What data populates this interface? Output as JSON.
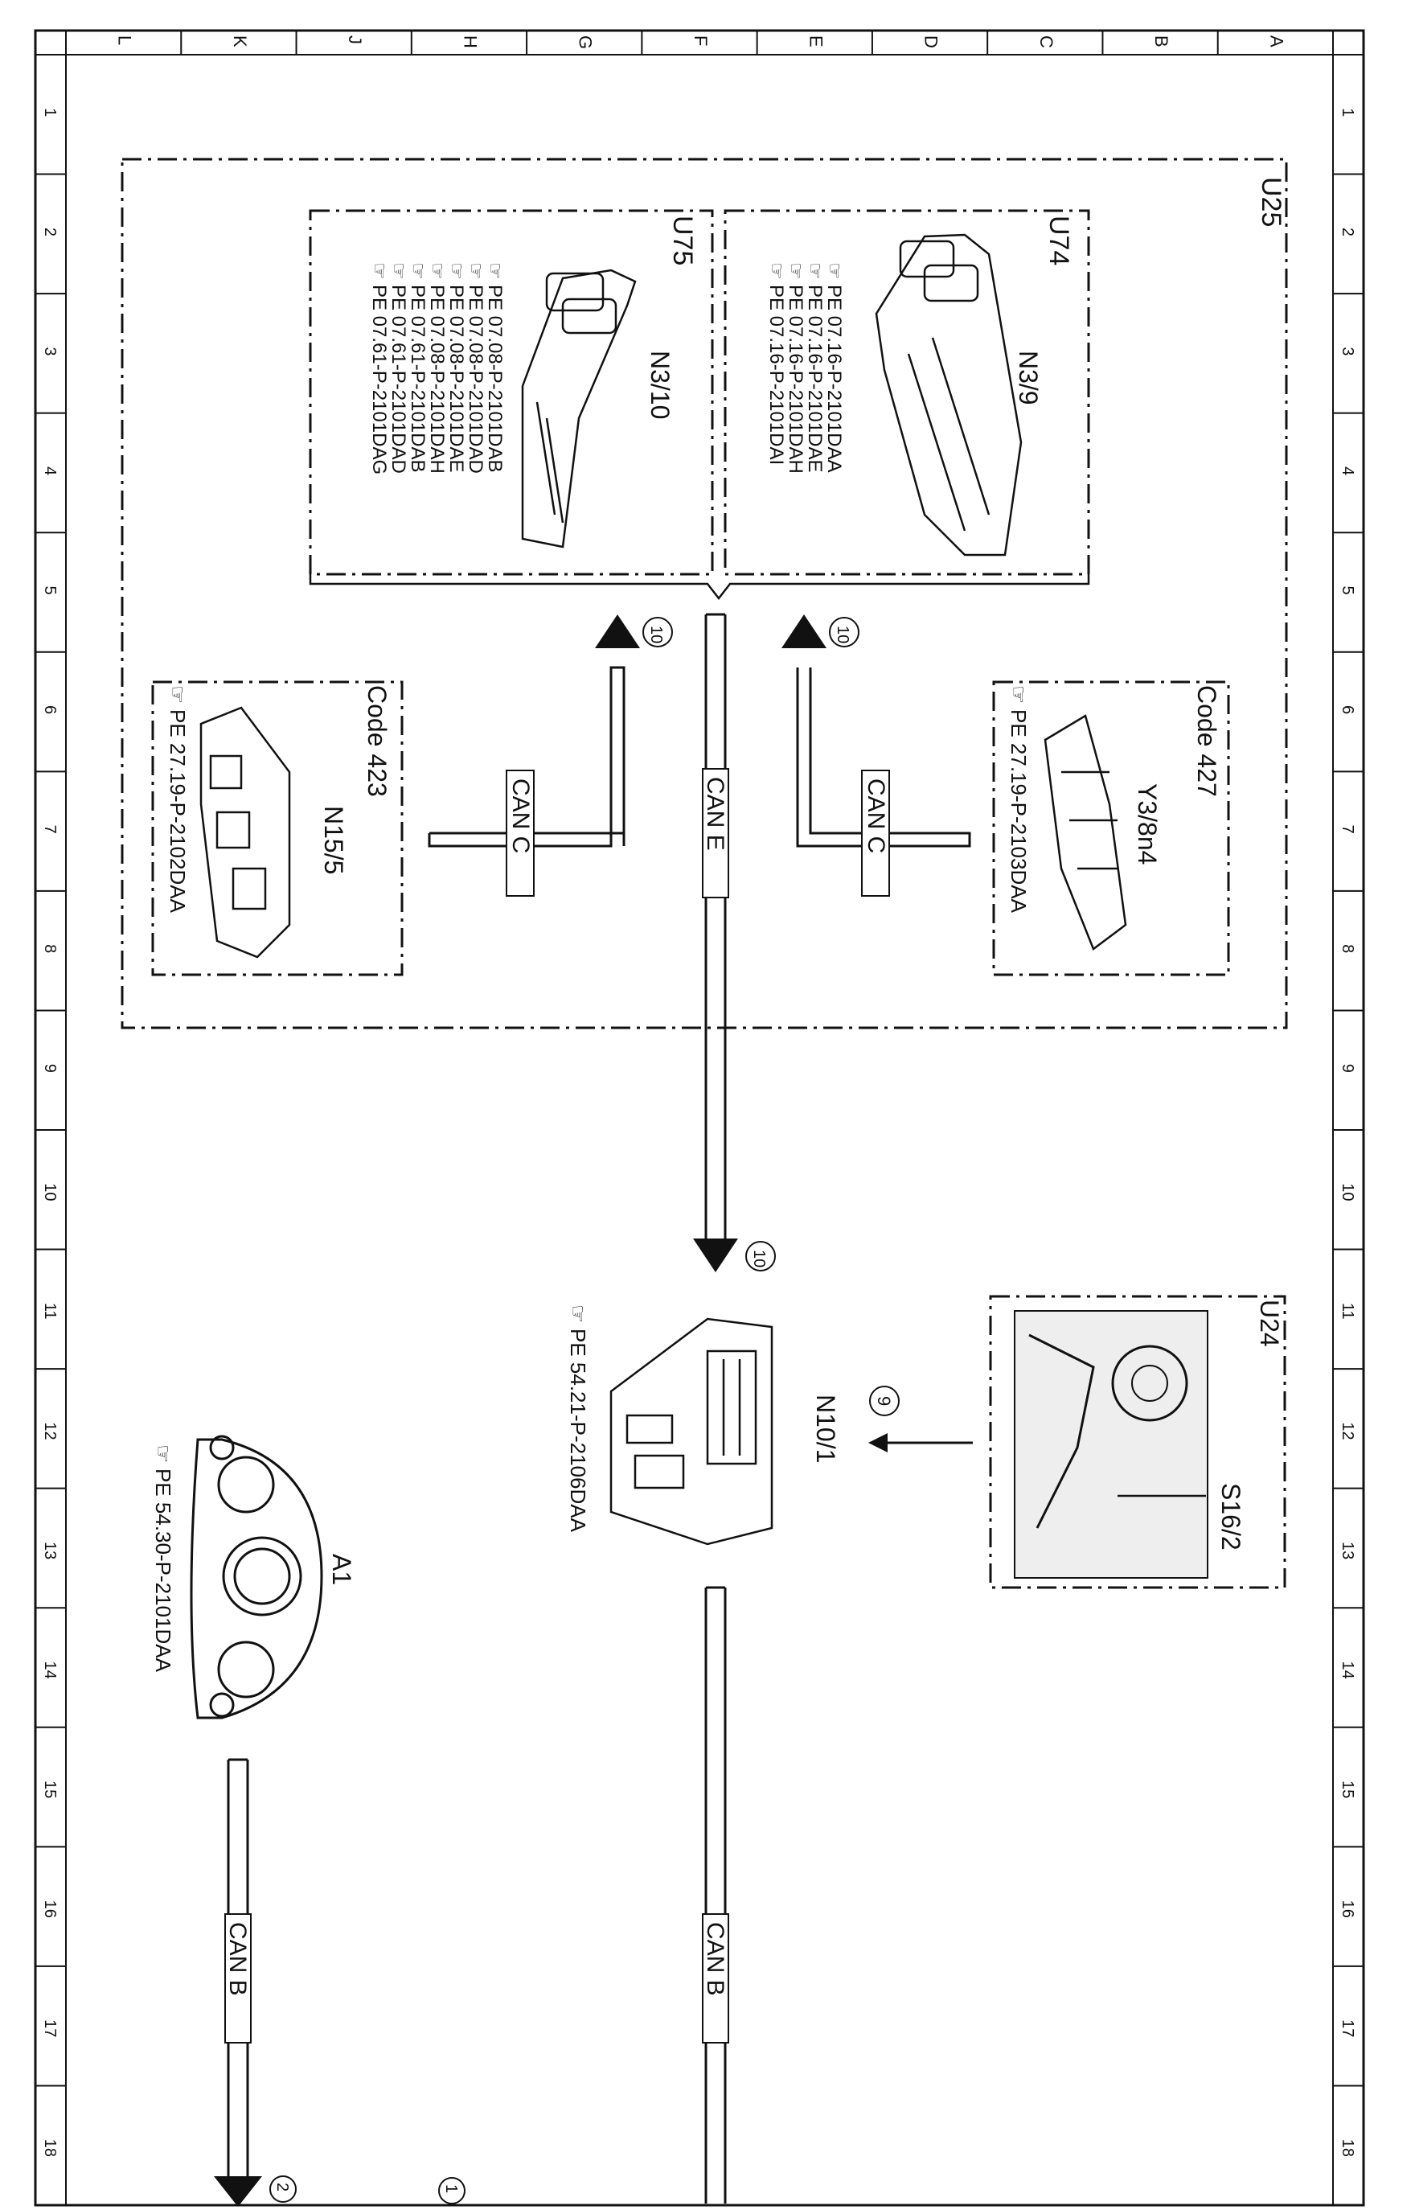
{
  "grid": {
    "columns": [
      "L",
      "K",
      "J",
      "H",
      "G",
      "F",
      "E",
      "D",
      "C",
      "B",
      "A"
    ],
    "rows": [
      "1",
      "2",
      "3",
      "4",
      "5",
      "6",
      "7",
      "8",
      "9",
      "10",
      "11",
      "12",
      "13",
      "14",
      "15",
      "16",
      "17",
      "18"
    ]
  },
  "groups": {
    "u25": "U25",
    "u74": "U74",
    "u75": "U75",
    "u24": "U24",
    "code423": "Code 423",
    "code427": "Code 427"
  },
  "components": {
    "n3_9": "N3/9",
    "n3_10": "N3/10",
    "n15_5": "N15/5",
    "y3_8n4": "Y3/8n4",
    "n10_1": "N10/1",
    "s16_2": "S16/2",
    "a1": "A1"
  },
  "refs": {
    "n3_9": [
      "PE 07.16-P-2101DAA",
      "PE 07.16-P-2101DAE",
      "PE 07.16-P-2101DAH",
      "PE 07.16-P-2101DAI"
    ],
    "n3_10": [
      "PE 07.08-P-2101DAB",
      "PE 07.08-P-2101DAD",
      "PE 07.08-P-2101DAE",
      "PE 07.08-P-2101DAH",
      "PE 07.61-P-2101DAB",
      "PE 07.61-P-2101DAD",
      "PE 07.61-P-2101DAG"
    ],
    "n15_5": "PE 27.19-P-2102DAA",
    "y3_8n4": "PE 27.19-P-2103DAA",
    "n10_1": "PE 54.21-P-2106DAA",
    "a1": "PE 54.30-P-2101DAA"
  },
  "bus_labels": {
    "can_c_left": "CAN C",
    "can_c_right": "CAN C",
    "can_e": "CAN E",
    "can_b_left": "CAN B",
    "can_b_right": "CAN B"
  },
  "markers": {
    "m10_a": "10",
    "m10_b": "10",
    "m10_c": "10",
    "m9": "9",
    "m2": "2",
    "m1": "1"
  }
}
